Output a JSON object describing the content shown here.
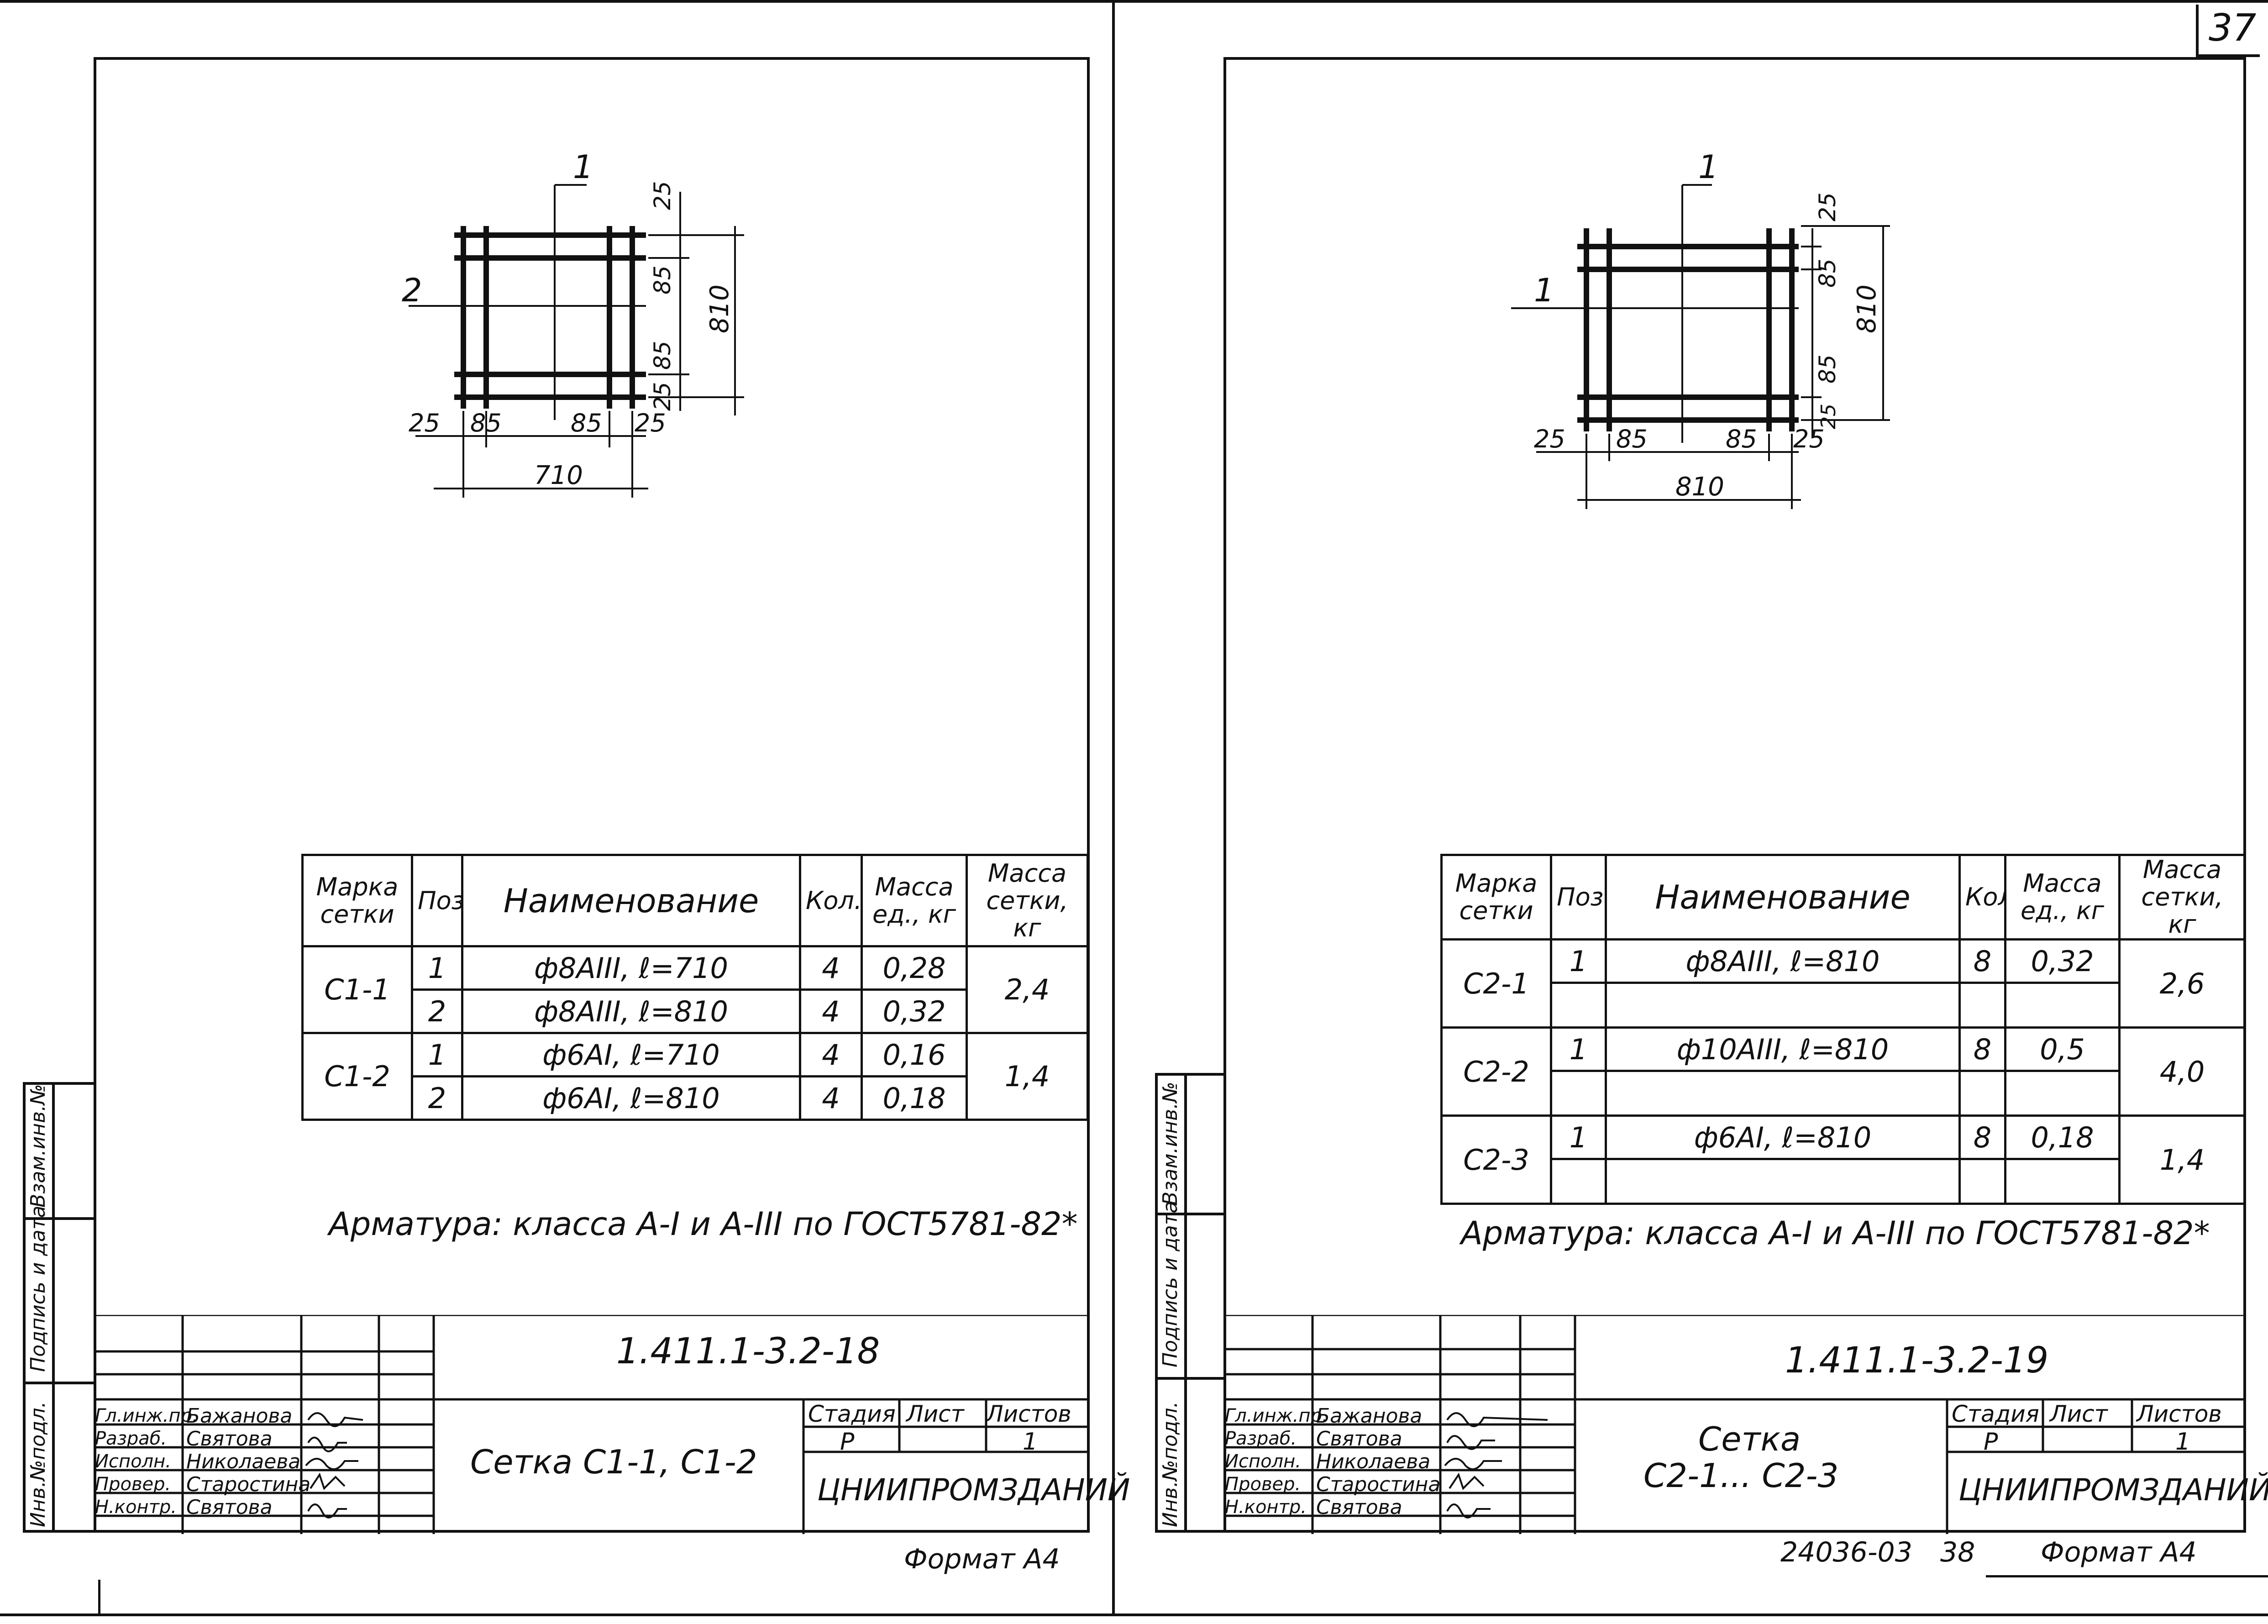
{
  "page_number": "37",
  "sheet_left": {
    "diagram": {
      "callouts": [
        "1",
        "2"
      ],
      "dims_horizontal": [
        "25",
        "85",
        "85",
        "25"
      ],
      "dim_total_horizontal": "710",
      "dims_vertical": [
        "25",
        "85",
        "85",
        "25"
      ],
      "dim_total_vertical": "810"
    },
    "spec_table": {
      "headers": [
        "Марка сетки",
        "Поз.",
        "Наименование",
        "Кол.",
        "Масса ед., кг",
        "Масса сетки, кг"
      ],
      "groups": [
        {
          "mark": "С1-1",
          "mass_total": "2,4",
          "rows": [
            {
              "pos": "1",
              "name": "ф8АIII, ℓ=710",
              "qty": "4",
              "mass": "0,28"
            },
            {
              "pos": "2",
              "name": "ф8АIII, ℓ=810",
              "qty": "4",
              "mass": "0,32"
            }
          ]
        },
        {
          "mark": "С1-2",
          "mass_total": "1,4",
          "rows": [
            {
              "pos": "1",
              "name": "ф6АI, ℓ=710",
              "qty": "4",
              "mass": "0,16"
            },
            {
              "pos": "2",
              "name": "ф6АI, ℓ=810",
              "qty": "4",
              "mass": "0,18"
            }
          ]
        }
      ]
    },
    "note": "Арматура: класса А-I и А-III по ГОСТ5781-82*",
    "title_block": {
      "code": "1.411.1-3.2-18",
      "title": "Сетка С1-1, С1-2",
      "stage_label": "Стадия",
      "sheet_label": "Лист",
      "sheets_label": "Листов",
      "stage": "Р",
      "sheet": "",
      "sheets": "1",
      "org": "ЦНИИПРОМЗДАНИЙ",
      "roles": [
        "Гл.инж.пр.",
        "Разраб.",
        "Исполн.",
        "Провер.",
        "Н.контр."
      ],
      "names": [
        "Бажанова",
        "Святова",
        "Николаева",
        "Старостина",
        "Святова"
      ]
    },
    "side_labels": [
      "Инв.№подл.",
      "Подпись и дата",
      "Взам.инв.№"
    ],
    "format": "Формат А4"
  },
  "sheet_right": {
    "diagram": {
      "callouts": [
        "1",
        "1"
      ],
      "dims_horizontal": [
        "25",
        "85",
        "85",
        "25"
      ],
      "dim_total_horizontal": "810",
      "dims_vertical": [
        "25",
        "85",
        "85",
        "25"
      ],
      "dim_total_vertical": "810"
    },
    "spec_table": {
      "headers": [
        "Марка сетки",
        "Поз.",
        "Наименование",
        "Кол.",
        "Масса ед., кг",
        "Масса сетки, кг"
      ],
      "groups": [
        {
          "mark": "С2-1",
          "mass_total": "2,6",
          "rows": [
            {
              "pos": "1",
              "name": "ф8АIII, ℓ=810",
              "qty": "8",
              "mass": "0,32"
            }
          ]
        },
        {
          "mark": "С2-2",
          "mass_total": "4,0",
          "rows": [
            {
              "pos": "1",
              "name": "ф10АIII, ℓ=810",
              "qty": "8",
              "mass": "0,5"
            }
          ]
        },
        {
          "mark": "С2-3",
          "mass_total": "1,4",
          "rows": [
            {
              "pos": "1",
              "name": "ф6АI, ℓ=810",
              "qty": "8",
              "mass": "0,18"
            }
          ]
        }
      ]
    },
    "note": "Арматура: класса А-I и А-III по ГОСТ5781-82*",
    "title_block": {
      "code": "1.411.1-3.2-19",
      "title_line1": "Сетка",
      "title_line2": "С2-1... С2-3",
      "stage_label": "Стадия",
      "sheet_label": "Лист",
      "sheets_label": "Листов",
      "stage": "Р",
      "sheet": "",
      "sheets": "1",
      "org": "ЦНИИПРОМЗДАНИЙ",
      "roles": [
        "Гл.инж.пр.",
        "Разраб.",
        "Исполн.",
        "Провер.",
        "Н.контр."
      ],
      "names": [
        "Бажанова",
        "Святова",
        "Николаева",
        "Старостина",
        "Святова"
      ]
    },
    "side_labels": [
      "Инв.№подл.",
      "Подпись и дата",
      "Взам.инв.№"
    ],
    "archive_number": "24036-03",
    "archive_page": "38",
    "format": "Формат А4"
  }
}
